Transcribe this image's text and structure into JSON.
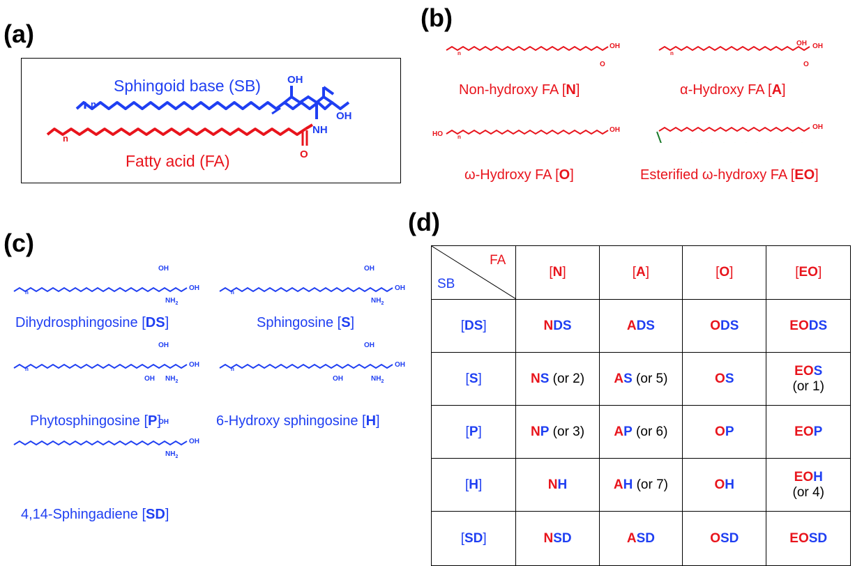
{
  "panels": {
    "a": {
      "label": "(a)",
      "sb_caption": "Sphingoid base (SB)",
      "fa_caption": "Fatty acid (FA)",
      "groups": {
        "oh_top": "OH",
        "oh_right": "OH",
        "nh": "NH",
        "o": "O",
        "n_sb": "n",
        "n_fa": "n"
      }
    },
    "b": {
      "label": "(b)",
      "items": [
        {
          "name": "Non-hydroxy FA [",
          "code": "N",
          "close": "]"
        },
        {
          "name": "α-Hydroxy FA [",
          "code": "A",
          "close": "]"
        },
        {
          "name": "ω-Hydroxy FA [",
          "code": "O",
          "close": "]"
        },
        {
          "name": "Esterified ω-hydroxy FA [",
          "code": "EO",
          "close": "]"
        }
      ],
      "groups": {
        "oh": "OH",
        "o": "O",
        "ho": "HO",
        "n": "n"
      }
    },
    "c": {
      "label": "(c)",
      "items": [
        {
          "name": "Dihydrosphingosine [",
          "code": "DS",
          "close": "]"
        },
        {
          "name": "Sphingosine [",
          "code": "S",
          "close": "]"
        },
        {
          "name": "Phytosphingosine [",
          "code": "P",
          "close": "]"
        },
        {
          "name": "6-Hydroxy sphingosine [",
          "code": "H",
          "close": "]"
        },
        {
          "name": "4,14-Sphingadiene [",
          "code": "SD",
          "close": "]"
        }
      ],
      "groups": {
        "oh": "OH",
        "nh2": "NH",
        "two": "2",
        "n": "n"
      }
    },
    "d": {
      "label": "(d)",
      "corner_fa": "FA",
      "corner_sb": "SB",
      "columns": [
        "N",
        "A",
        "O",
        "EO"
      ],
      "rows": [
        {
          "sb": "DS",
          "cells": [
            {
              "fa": "N",
              "sb": "DS",
              "note": ""
            },
            {
              "fa": "A",
              "sb": "DS",
              "note": ""
            },
            {
              "fa": "O",
              "sb": "DS",
              "note": ""
            },
            {
              "fa": "EO",
              "sb": "DS",
              "note": ""
            }
          ]
        },
        {
          "sb": "S",
          "cells": [
            {
              "fa": "N",
              "sb": "S",
              "note": " (or 2)"
            },
            {
              "fa": "A",
              "sb": "S",
              "note": " (or 5)"
            },
            {
              "fa": "O",
              "sb": "S",
              "note": ""
            },
            {
              "fa": "EO",
              "sb": "S",
              "note": "(or 1)",
              "wrap": true
            }
          ]
        },
        {
          "sb": "P",
          "cells": [
            {
              "fa": "N",
              "sb": "P",
              "note": " (or 3)"
            },
            {
              "fa": "A",
              "sb": "P",
              "note": " (or 6)"
            },
            {
              "fa": "O",
              "sb": "P",
              "note": ""
            },
            {
              "fa": "EO",
              "sb": "P",
              "note": ""
            }
          ]
        },
        {
          "sb": "H",
          "cells": [
            {
              "fa": "N",
              "sb": "H",
              "note": ""
            },
            {
              "fa": "A",
              "sb": "H",
              "note": " (or 7)"
            },
            {
              "fa": "O",
              "sb": "H",
              "note": ""
            },
            {
              "fa": "EO",
              "sb": "H",
              "note": "(or 4)",
              "wrap": true
            }
          ]
        },
        {
          "sb": "SD",
          "cells": [
            {
              "fa": "N",
              "sb": "SD",
              "note": ""
            },
            {
              "fa": "A",
              "sb": "SD",
              "note": ""
            },
            {
              "fa": "O",
              "sb": "SD",
              "note": ""
            },
            {
              "fa": "EO",
              "sb": "SD",
              "note": ""
            }
          ]
        }
      ]
    }
  },
  "colors": {
    "fa": "#e8141c",
    "sb": "#1f3ff2",
    "ester": "#1b7a2b"
  }
}
